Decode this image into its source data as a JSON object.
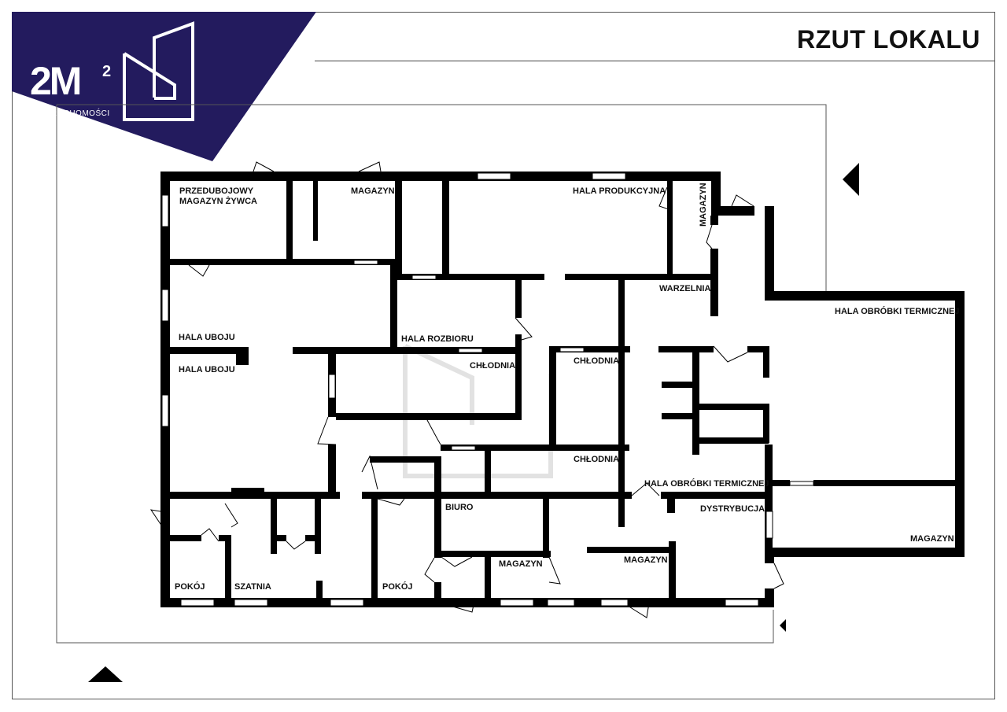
{
  "header": {
    "title": "RZUT LOKALU",
    "brand_color": "#231B5E"
  },
  "logo": {
    "main": "2M",
    "superscript": "2",
    "subtitle": "NIERUCHOMOŚCI"
  },
  "rooms": {
    "przedubojowy_line1": "PRZEDUBOJOWY",
    "przedubojowy_line2": "MAGAZYN ŻYWCA",
    "magazyn_top": "MAGAZYN",
    "hala_produkcyjna": "HALA PRODUKCYJNA",
    "magazyn_vertical": "MAGAZYN",
    "warzelnia": "WARZELNIA",
    "hala_obrobki_1": "HALA OBRÓBKI TERMICZNEJ",
    "hala_uboju_1": "HALA UBOJU",
    "hala_rozbioru": "HALA ROZBIORU",
    "hala_uboju_2": "HALA UBOJU",
    "chlodnia_1": "CHŁODNIA",
    "chlodnia_2": "CHŁODNIA",
    "chlodnia_3": "CHŁODNIA",
    "hala_obrobki_2": "HALA OBRÓBKI TERMICZNEJ",
    "dystrybucja": "DYSTRYBUCJA",
    "biuro": "BIURO",
    "magazyn_right": "MAGAZYN",
    "magazyn_mid": "MAGAZYN",
    "magazyn_small": "MAGAZYN",
    "pokoj_1": "POKÓJ",
    "szatnia": "SZATNIA",
    "pokoj_2": "POKÓJ"
  }
}
